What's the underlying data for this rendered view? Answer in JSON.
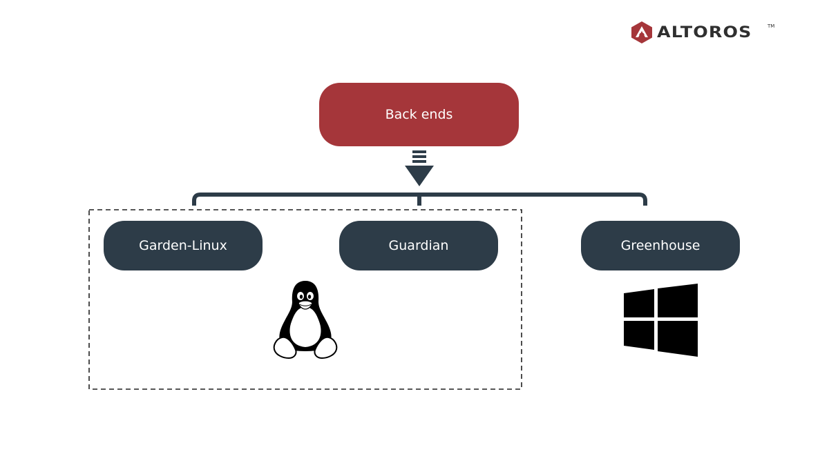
{
  "logo": {
    "text": "ALTOROS",
    "tm": "TM",
    "mark_color": "#a5363a"
  },
  "diagram": {
    "root": {
      "label": "Back ends",
      "color": "#a5363a"
    },
    "children": [
      {
        "label": "Garden-Linux",
        "group": "linux"
      },
      {
        "label": "Guardian",
        "group": "linux"
      },
      {
        "label": "Greenhouse",
        "group": "windows"
      }
    ],
    "child_color": "#2d3c48",
    "connector_color": "#2d3c48",
    "icons": {
      "linux": "linux-tux-icon",
      "windows": "windows-logo-icon"
    }
  }
}
